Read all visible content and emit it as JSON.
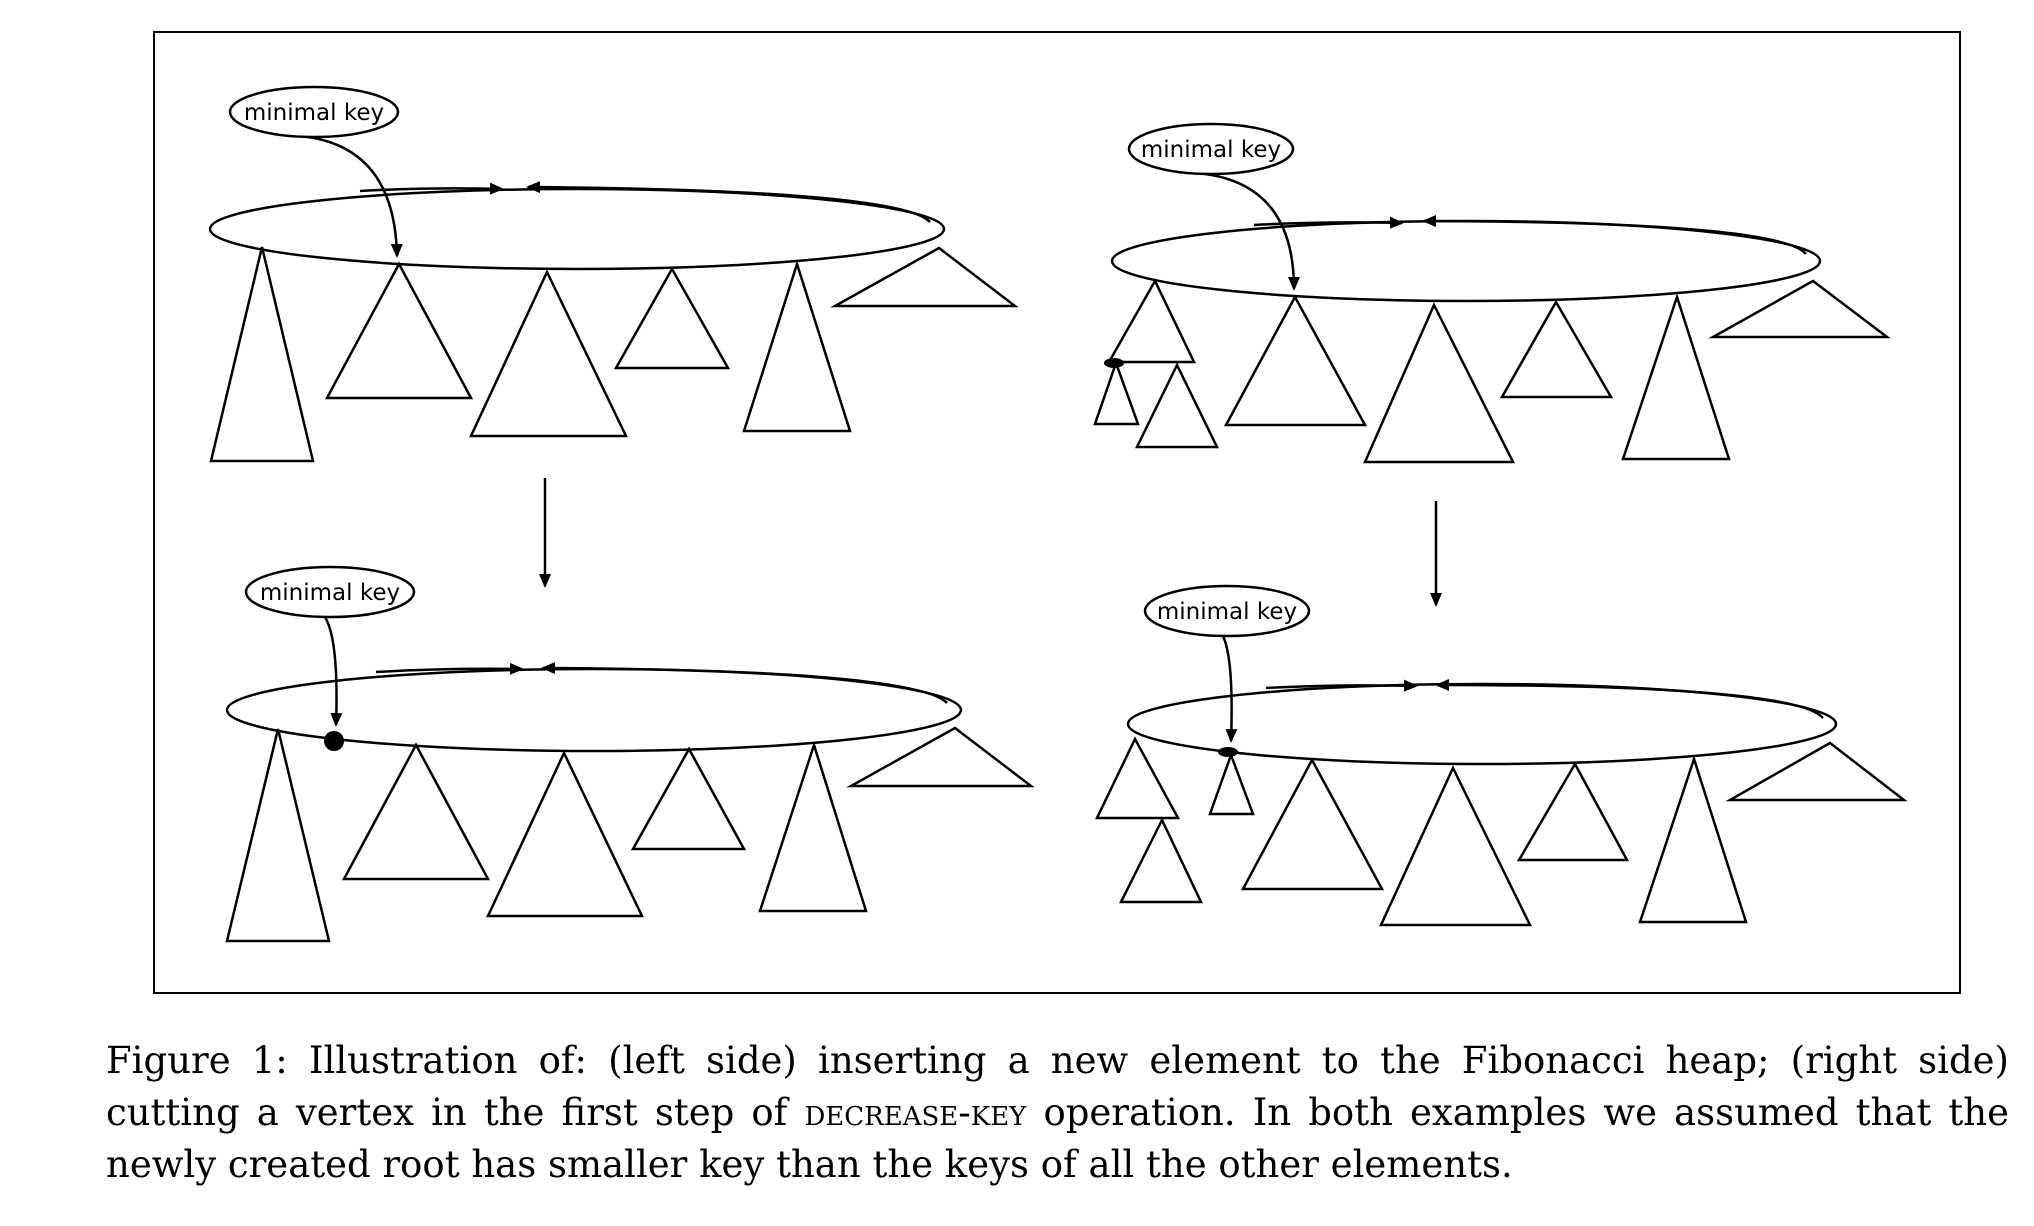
{
  "figure": {
    "label_left_top": "minimal key",
    "label_left_bottom": "minimal key",
    "label_right_top": "minimal key",
    "label_right_bottom": "minimal key"
  },
  "caption": {
    "part1": "Figure 1: Illustration of: (left side) inserting a new element to the Fibonacci heap; (right side) cutting a vertex in the first step of ",
    "smallcaps": "DECREASE-KEY",
    "part2": " operation. In both examples we assumed that the newly created root has smaller key than the keys of all the other elements."
  }
}
